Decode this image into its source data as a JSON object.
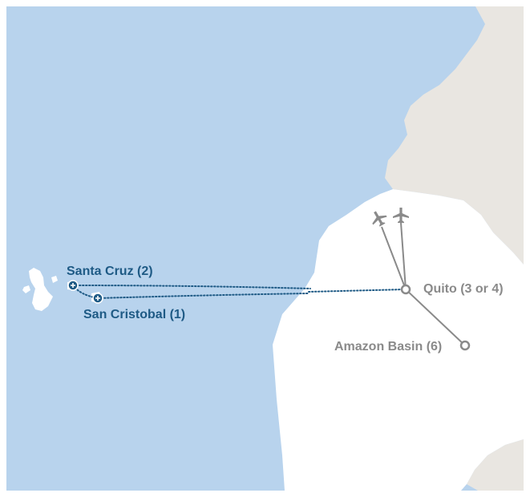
{
  "map": {
    "colors": {
      "ocean": "#b8d3ed",
      "mainland": "#ffffff",
      "neighbor_land": "#e9e6e1",
      "island": "#ffffff",
      "stop_label": "#1e5a85",
      "mainland_label": "#8a8a8a",
      "route_sea": "#1e5a85",
      "route_air": "#8a8a8a"
    },
    "locations": {
      "santa_cruz": {
        "label": "Santa Cruz (2)"
      },
      "san_cristobal": {
        "label": "San Cristobal (1)"
      },
      "quito": {
        "label": "Quito (3 or 4)"
      },
      "amazon_basin": {
        "label": "Amazon Basin (6)"
      }
    },
    "icons": [
      "airplane-icon",
      "airplane-icon",
      "stop-plus-icon",
      "stop-plus-icon",
      "stop-ring-icon",
      "stop-ring-icon"
    ]
  }
}
